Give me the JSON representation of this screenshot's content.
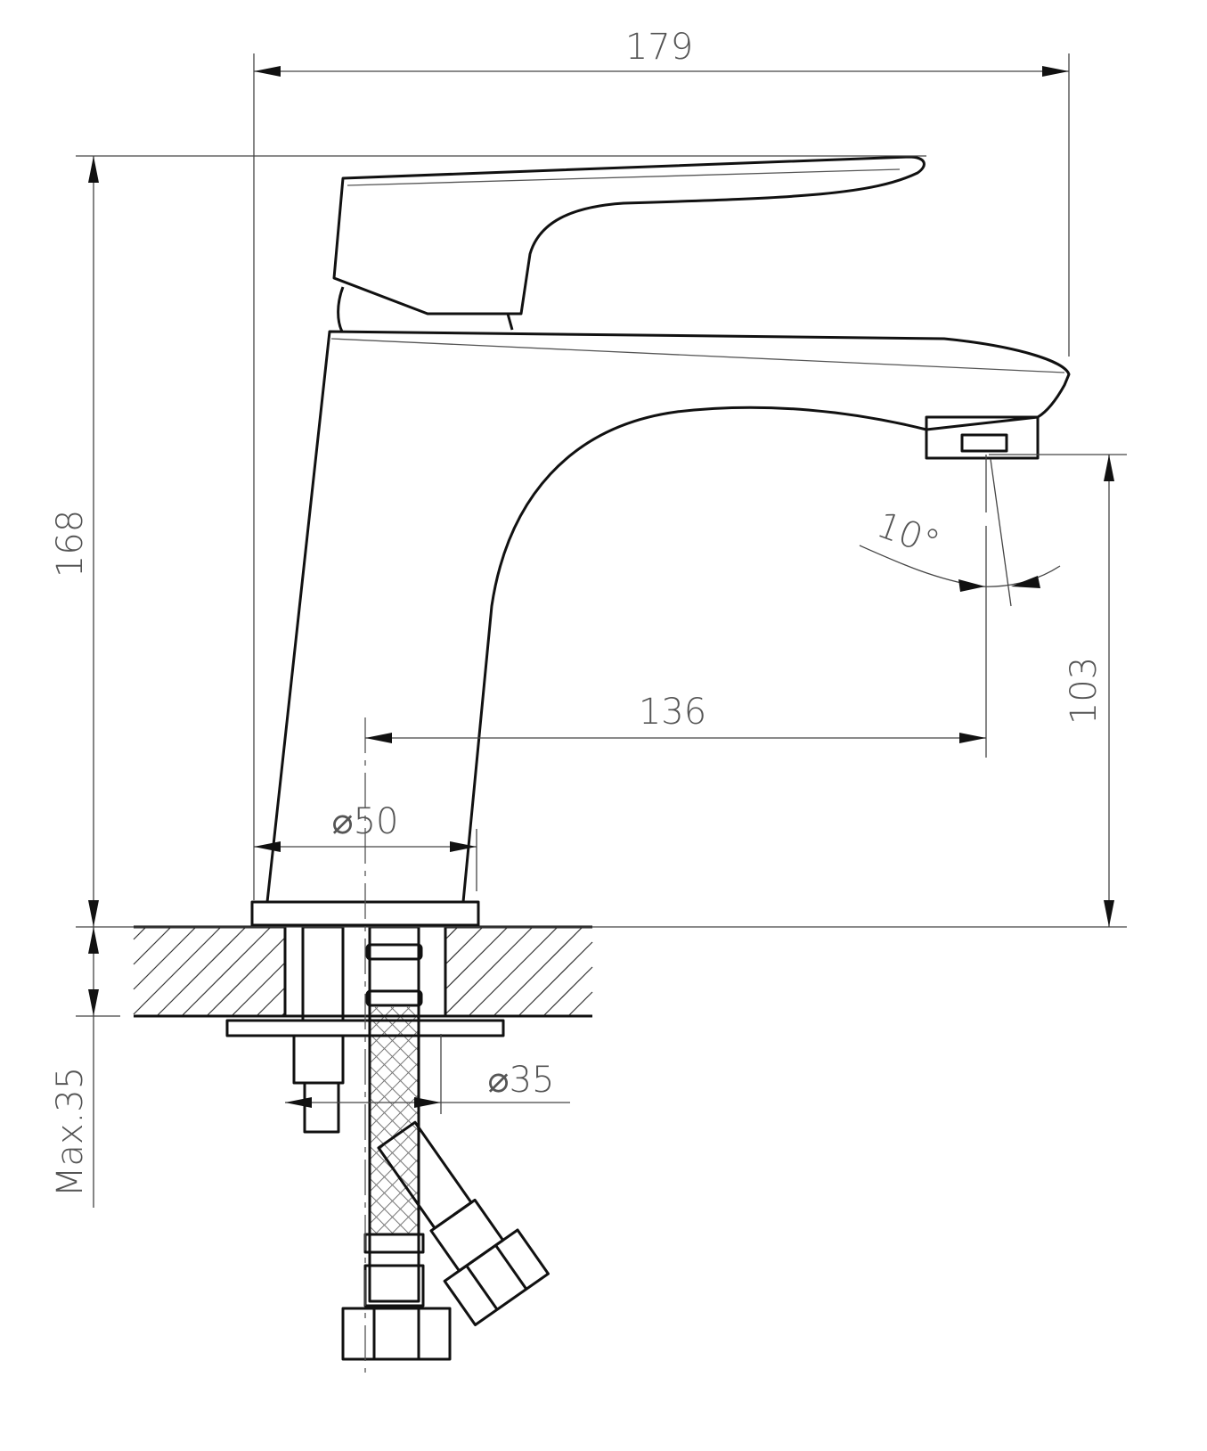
{
  "drawing": {
    "dimensions": {
      "overall_width": "179",
      "overall_height": "168",
      "spout_height": "103",
      "spout_reach": "136",
      "base_diameter": "⌀50",
      "hole_diameter": "⌀35",
      "spout_angle": "10°",
      "max_counter_thickness": "Max.35"
    }
  }
}
